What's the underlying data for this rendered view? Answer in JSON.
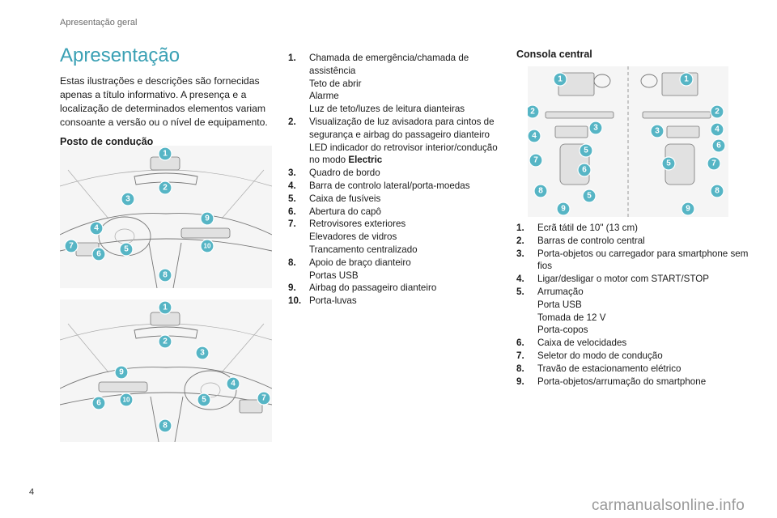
{
  "header": {
    "section": "Apresentação geral"
  },
  "page": {
    "number": "4"
  },
  "watermark": "carmanualsonline.info",
  "title": "Apresentação",
  "intro": "Estas ilustrações e descrições são fornecidas apenas a título informativo. A presença e a localização de determinados elementos variam consoante a versão ou o nível de equipamento.",
  "driving_position": {
    "heading": "Posto de condução",
    "lhd_badges": [
      "1",
      "2",
      "3",
      "4",
      "5",
      "6",
      "7",
      "8",
      "9",
      "10"
    ],
    "rhd_badges": [
      "1",
      "2",
      "3",
      "4",
      "5",
      "6",
      "7",
      "8",
      "9",
      "10"
    ],
    "items": [
      {
        "num": "1.",
        "lines": [
          "Chamada de emergência/chamada de assistência",
          "Teto de abrir",
          "Alarme",
          "Luz de teto/luzes de leitura dianteiras"
        ]
      },
      {
        "num": "2.",
        "lines": [
          "Visualização de luz avisadora para cintos de segurança e airbag do passageiro dianteiro",
          "LED indicador do retrovisor interior/condução no modo "
        ],
        "bold": "Electric"
      },
      {
        "num": "3.",
        "lines": [
          "Quadro de bordo"
        ]
      },
      {
        "num": "4.",
        "lines": [
          "Barra de controlo lateral/porta-moedas"
        ]
      },
      {
        "num": "5.",
        "lines": [
          "Caixa de fusíveis"
        ]
      },
      {
        "num": "6.",
        "lines": [
          "Abertura do capô"
        ]
      },
      {
        "num": "7.",
        "lines": [
          "Retrovisores exteriores",
          "Elevadores de vidros",
          "Trancamento centralizado"
        ]
      },
      {
        "num": "8.",
        "lines": [
          "Apoio de braço dianteiro",
          "Portas USB"
        ]
      },
      {
        "num": "9.",
        "lines": [
          "Airbag do passageiro dianteiro"
        ]
      },
      {
        "num": "10.",
        "lines": [
          "Porta-luvas"
        ]
      }
    ]
  },
  "central_console": {
    "heading": "Consola central",
    "badges_left": [
      "1",
      "2",
      "3",
      "4",
      "5",
      "6",
      "7",
      "8",
      "5",
      "9"
    ],
    "badges_right": [
      "1",
      "2",
      "3",
      "4",
      "5",
      "6",
      "7",
      "8",
      "9"
    ],
    "items": [
      {
        "num": "1.",
        "lines": [
          "Ecrã tátil de 10\" (13 cm)"
        ]
      },
      {
        "num": "2.",
        "lines": [
          "Barras de controlo central"
        ]
      },
      {
        "num": "3.",
        "lines": [
          "Porta-objetos ou carregador para smartphone sem fios"
        ]
      },
      {
        "num": "4.",
        "lines": [
          "Ligar/desligar o motor com START/STOP"
        ]
      },
      {
        "num": "5.",
        "lines": [
          "Arrumação",
          "Porta USB",
          "Tomada de 12 V",
          "Porta-copos"
        ]
      },
      {
        "num": "6.",
        "lines": [
          "Caixa de velocidades"
        ]
      },
      {
        "num": "7.",
        "lines": [
          "Seletor do modo de condução"
        ]
      },
      {
        "num": "8.",
        "lines": [
          "Travão de estacionamento elétrico"
        ]
      },
      {
        "num": "9.",
        "lines": [
          "Porta-objetos/arrumação do smartphone"
        ]
      }
    ]
  },
  "colors": {
    "accent": "#3aa0b4",
    "badge": "#56b5c5",
    "text": "#1a1a1a"
  }
}
